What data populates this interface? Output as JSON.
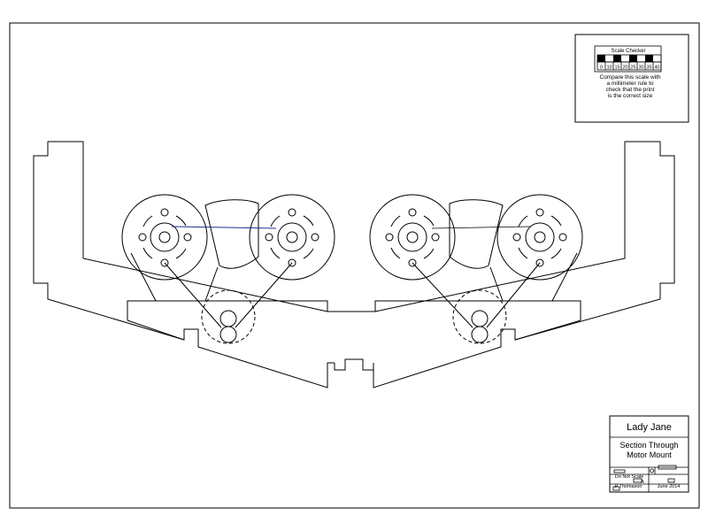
{
  "scale_checker": {
    "title": "Scale Checker",
    "ticks": [
      "0",
      "10",
      "15",
      "20",
      "25",
      "30",
      "35",
      "40"
    ],
    "caption_lines": [
      "Compare this scale with",
      "a millimeter rule to",
      "check that the print",
      "is the correct size"
    ]
  },
  "title_block": {
    "project": "Lady Jane",
    "subtitle_line1": "Section Through",
    "subtitle_line2": "Motor Mount",
    "note": "Do Not Scale",
    "author": "P Thomason",
    "sheet": "A",
    "date": "June 2014"
  }
}
